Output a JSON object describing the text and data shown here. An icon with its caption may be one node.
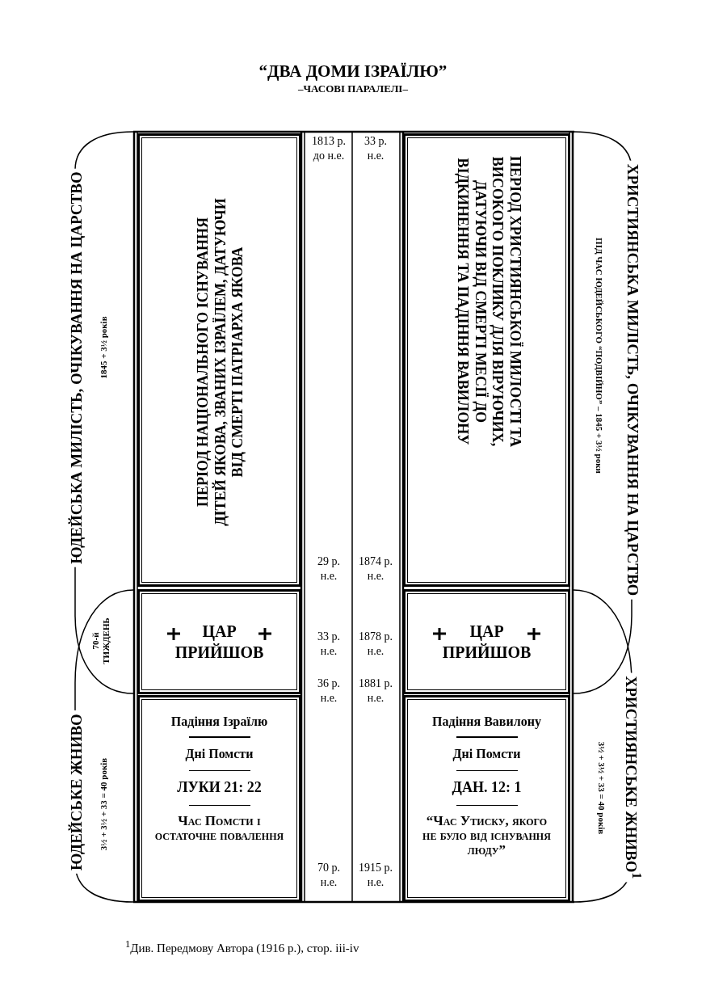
{
  "diagram": {
    "title": "“ДВА ДОМИ ІЗРАЇЛЮ”",
    "nodes": [
      {
        "text": [
          "ПЕРІОД НАЦІОНАЛЬНОГО ІСНУВАННЯ ДІТЕЙ ЯКОВА, ЗВАНИХ ІЗРАЇЛЕМ, ДАТУЮЧИ ВІД СМЕРТІ ПАТРІАРХА ЯКОВА"
        ]
      },
      {
        "text": [
          "ПЕРІОД ХРИСТИЯНСЬКОЇ МИЛОСТІ ТА ВИСОКОГО ПОКЛИКУ ДЛЯ ВІРУЮЧИХ, ДАТУЮЧИ ВІД СМЕРТІ МЕСІЇ ДО ВІДКИНЕННЯ ТА ПАДІННЯ ВАВИЛОНУ"
        ]
      },
      {
        "text": [
          "ЦАР ПРИЙШОВ"
        ]
      },
      {
        "text": [
          "ЦАР ПРИЙШОВ"
        ]
      },
      {
        "text": [
          "Падіння Ізраїлю",
          "Дні Помсти",
          "ЛУКИ 21: 22",
          "Час Помсти і остаточне повалення"
        ]
      },
      {
        "text": [
          "Падіння Вавилону",
          "Дні Помсти",
          "ДАН. 12: 1",
          "“Час Утиску, якого не було від існування люду”"
        ]
      }
    ],
    "edges": [],
    "labels": [
      "–ЧАСОВІ ПАРАЛЕЛІ–",
      "ЮДЕЙСЬКА МИЛІСТЬ, ОЧІКУВАННЯ НА ЦАРСТВО",
      "1845 + 3½ років",
      "ХРИСТИЯНСЬКА МИЛІСТЬ, ОЧІКУВАННЯ НА ЦАРСТВО",
      "ПІД ЧАС ЮДЕЙСЬКОГО “ПОДВІЙНО” – 1845 + 3½ роки",
      "1813 р. до н.е.",
      "33 р. н.е.",
      "29 р. н.е.",
      "1874 р. н.е.",
      "70-й ТИЖДЕНЬ",
      "33 р. н.е.",
      "1878 р. н.е.",
      "36 р. н.е.",
      "1881 р. н.е.",
      "ЮДЕЙСЬКЕ ЖНИВО",
      "3½ + 3½ + 33 = 40 років",
      "ХРИСТИЯНСЬКЕ ЖНИВО$^{1}$",
      "3½ + 3½ + 33 = 40 років",
      "70 р. н.е.",
      "1915 р. н.е.",
      "$^{1}$Див. Передмову Автора (1916 р.), стор.  iii-iv"
    ]
  }
}
